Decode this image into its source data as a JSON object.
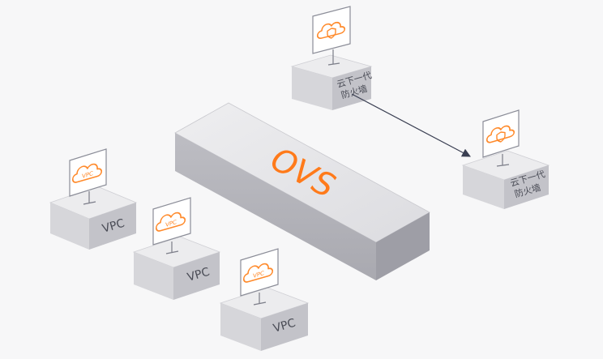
{
  "switch": {
    "label": "OVS",
    "color": "#ff7a1a"
  },
  "firewalls": [
    {
      "line1": "云下一代",
      "line2": "防火墙"
    },
    {
      "line1": "云下一代",
      "line2": "防火墙"
    }
  ],
  "vpcs": [
    {
      "label": "VPC",
      "icon_text": "VPC"
    },
    {
      "label": "VPC",
      "icon_text": "VPC"
    },
    {
      "label": "VPC",
      "icon_text": "VPC"
    }
  ],
  "colors": {
    "box_top": "#eaeaec",
    "box_left": "#d4d4d8",
    "box_right": "#b8b8be",
    "accent_orange": "#ff8a2b",
    "arrow": "#3a3f52"
  },
  "icons": {
    "firewall": "cloud-shield-icon",
    "vpc": "cloud-vpc-icon"
  }
}
